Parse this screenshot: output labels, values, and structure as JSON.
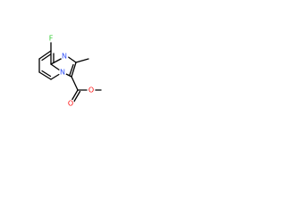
{
  "atoms": {
    "fluorine": {
      "label": "F",
      "color": "#33cc33"
    },
    "ring_nitrogen": {
      "label": "N",
      "color": "#3050f8"
    },
    "bridge_nitrogen": {
      "label": "N",
      "color": "#3050f8"
    },
    "carbonyl_oxygen": {
      "label": "O",
      "color": "#ff0d0d"
    },
    "ester_oxygen": {
      "label": "O",
      "color": "#ff0d0d"
    }
  },
  "bond_color": "#000000"
}
